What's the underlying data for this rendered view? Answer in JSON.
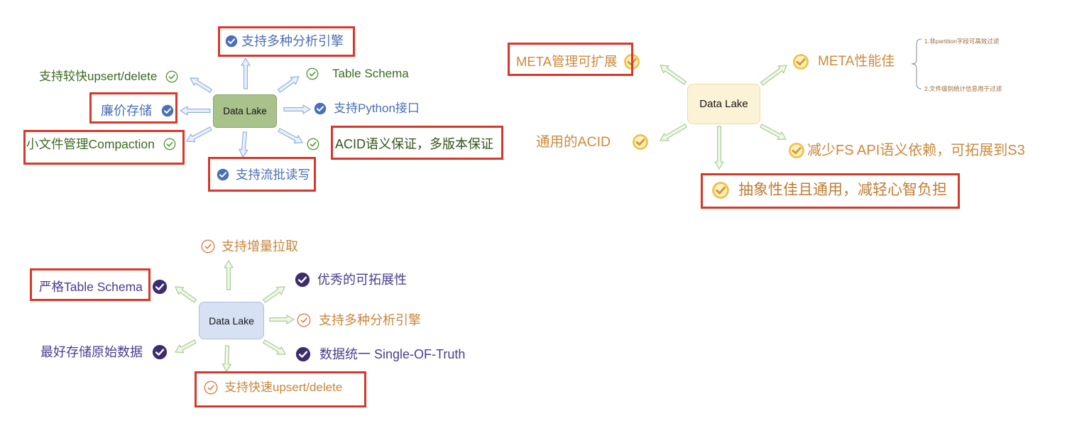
{
  "colors": {
    "highlight_box": "#d8372b",
    "mindmap_1_blue": "#4a6fb3",
    "mindmap_1_green": "#3c6a22",
    "mindmap_2_orange": "#cc8a3c",
    "mindmap_3_purple": "#4a3c8e",
    "mindmap_3_orange": "#c8863c"
  },
  "mindmap_1": {
    "center_label": "Data Lake",
    "nodes": [
      {
        "label": "支持多种分析引擎",
        "icon": "check-circle-icon"
      },
      {
        "label": "支持较快upsert/delete",
        "icon": "check-circle-outline-icon"
      },
      {
        "label": "Table Schema",
        "icon": "check-circle-outline-icon"
      },
      {
        "label": "廉价存储",
        "icon": "check-circle-icon"
      },
      {
        "label": "支持Python接口",
        "icon": "check-circle-icon"
      },
      {
        "label": "小文件管理Compaction",
        "icon": "check-circle-outline-icon"
      },
      {
        "label": "ACID语义保证，多版本保证",
        "icon": "check-circle-outline-icon"
      },
      {
        "label": "支持流批读写",
        "icon": "check-circle-icon"
      }
    ]
  },
  "mindmap_2": {
    "center_label": "Data Lake",
    "nodes": [
      {
        "label": "META管理可扩展",
        "icon": "check-circle-icon"
      },
      {
        "label": "META性能佳",
        "icon": "check-circle-icon"
      },
      {
        "label": "通用的ACID",
        "icon": "check-circle-icon"
      },
      {
        "label": "减少FS API语义依赖，可拓展到S3",
        "icon": "check-circle-icon"
      },
      {
        "label": "抽象性佳且通用，减轻心智负担",
        "icon": "check-circle-icon"
      }
    ],
    "notes": [
      "1.非partition字段可高效过滤",
      "2.文件级别统计信息用于过滤"
    ]
  },
  "mindmap_3": {
    "center_label": "Data Lake",
    "nodes": [
      {
        "label": "支持增量拉取",
        "icon": "check-circle-outline-icon"
      },
      {
        "label": "严格Table Schema",
        "icon": "check-circle-icon"
      },
      {
        "label": "优秀的可拓展性",
        "icon": "check-circle-icon"
      },
      {
        "label": "支持多种分析引擎",
        "icon": "check-circle-outline-icon"
      },
      {
        "label": "最好存储原始数据",
        "icon": "check-circle-icon"
      },
      {
        "label": "数据统一 Single-OF-Truth",
        "icon": "check-circle-icon"
      },
      {
        "label": "支持快速upsert/delete",
        "icon": "check-circle-outline-icon"
      }
    ]
  }
}
